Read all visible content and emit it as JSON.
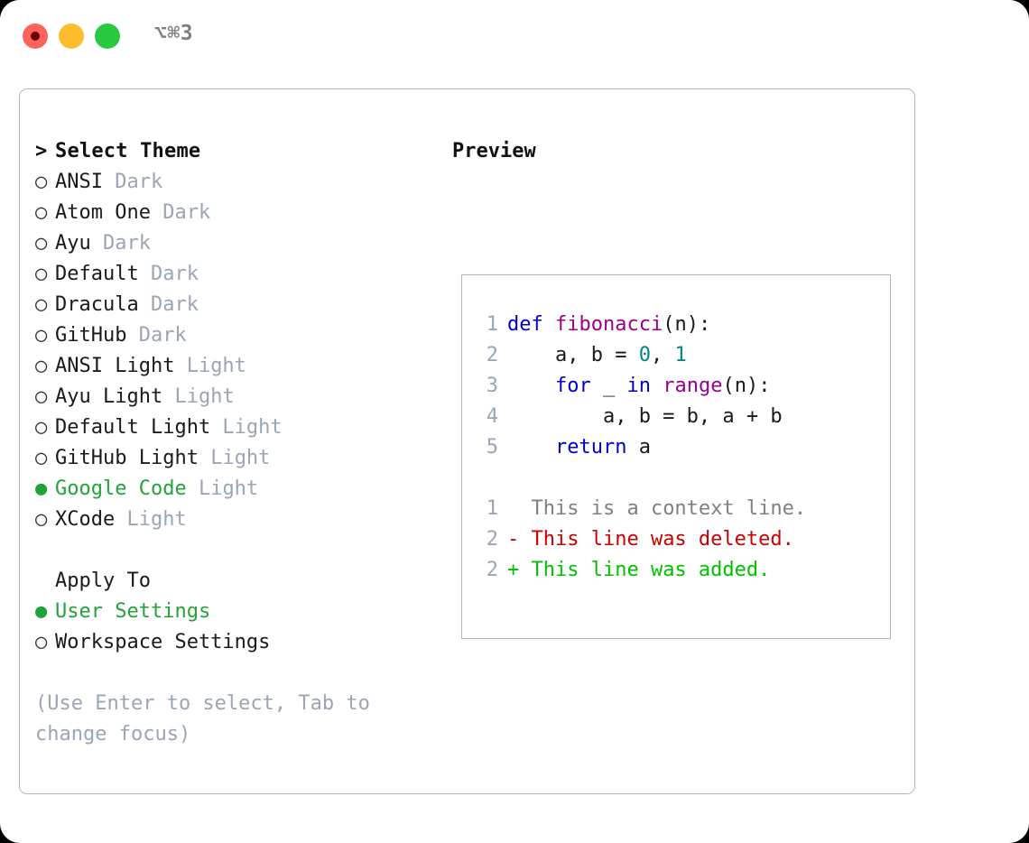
{
  "titlebar": {
    "shortcut": "⌥⌘3",
    "buttons": [
      {
        "name": "close",
        "color": "#ff6259"
      },
      {
        "name": "minimize",
        "color": "#fdbc2c"
      },
      {
        "name": "maximize",
        "color": "#28c840"
      }
    ]
  },
  "theme_picker": {
    "header": "Select Theme",
    "caret": ">",
    "bullet_off": "○",
    "bullet_on": "●",
    "items": [
      {
        "name": "ANSI",
        "tag": "Dark",
        "selected": false
      },
      {
        "name": "Atom One",
        "tag": "Dark",
        "selected": false
      },
      {
        "name": "Ayu",
        "tag": "Dark",
        "selected": false
      },
      {
        "name": "Default",
        "tag": "Dark",
        "selected": false
      },
      {
        "name": "Dracula",
        "tag": "Dark",
        "selected": false
      },
      {
        "name": "GitHub",
        "tag": "Dark",
        "selected": false
      },
      {
        "name": "ANSI Light",
        "tag": "Light",
        "selected": false
      },
      {
        "name": "Ayu Light",
        "tag": "Light",
        "selected": false
      },
      {
        "name": "Default Light",
        "tag": "Light",
        "selected": false
      },
      {
        "name": "GitHub Light",
        "tag": "Light",
        "selected": false
      },
      {
        "name": "Google Code",
        "tag": "Light",
        "selected": true
      },
      {
        "name": "XCode",
        "tag": "Light",
        "selected": false
      }
    ]
  },
  "apply_to": {
    "header": "Apply To",
    "items": [
      {
        "name": "User Settings",
        "selected": true
      },
      {
        "name": "Workspace Settings",
        "selected": false
      }
    ]
  },
  "hint": "(Use Enter to select, Tab to change focus)",
  "preview": {
    "title": "Preview",
    "code_lines": [
      {
        "lineno": "1",
        "tokens": [
          {
            "text": "def ",
            "kind": "kw"
          },
          {
            "text": "fibonacci",
            "kind": "fn"
          },
          {
            "text": "(n):",
            "kind": "txt"
          }
        ]
      },
      {
        "lineno": "2",
        "tokens": [
          {
            "text": "    a, b = ",
            "kind": "txt"
          },
          {
            "text": "0",
            "kind": "num"
          },
          {
            "text": ", ",
            "kind": "txt"
          },
          {
            "text": "1",
            "kind": "num"
          }
        ]
      },
      {
        "lineno": "3",
        "tokens": [
          {
            "text": "    for",
            "kind": "kw"
          },
          {
            "text": " _ ",
            "kind": "txt"
          },
          {
            "text": "in",
            "kind": "kw"
          },
          {
            "text": " ",
            "kind": "txt"
          },
          {
            "text": "range",
            "kind": "fn"
          },
          {
            "text": "(n):",
            "kind": "txt"
          }
        ]
      },
      {
        "lineno": "4",
        "tokens": [
          {
            "text": "        a, b = b, a + b",
            "kind": "txt"
          }
        ]
      },
      {
        "lineno": "5",
        "tokens": [
          {
            "text": "    return",
            "kind": "kw"
          },
          {
            "text": " a",
            "kind": "txt"
          }
        ]
      }
    ],
    "diff_lines": [
      {
        "lineno": "1",
        "marker": " ",
        "text": " This is a context line.",
        "kind": "ctx"
      },
      {
        "lineno": "2",
        "marker": "-",
        "text": " This line was deleted.",
        "kind": "del"
      },
      {
        "lineno": "2",
        "marker": "+",
        "text": " This line was added.",
        "kind": "add"
      }
    ]
  },
  "colors": {
    "accent_green": "#22a33a",
    "muted": "#9aa5b5",
    "border": "#aeb7c2",
    "keyword": "#0000cc",
    "function": "#99008c",
    "number": "#008486",
    "diff_add": "#00c000",
    "diff_del": "#cc0000",
    "diff_ctx": "#808080"
  }
}
